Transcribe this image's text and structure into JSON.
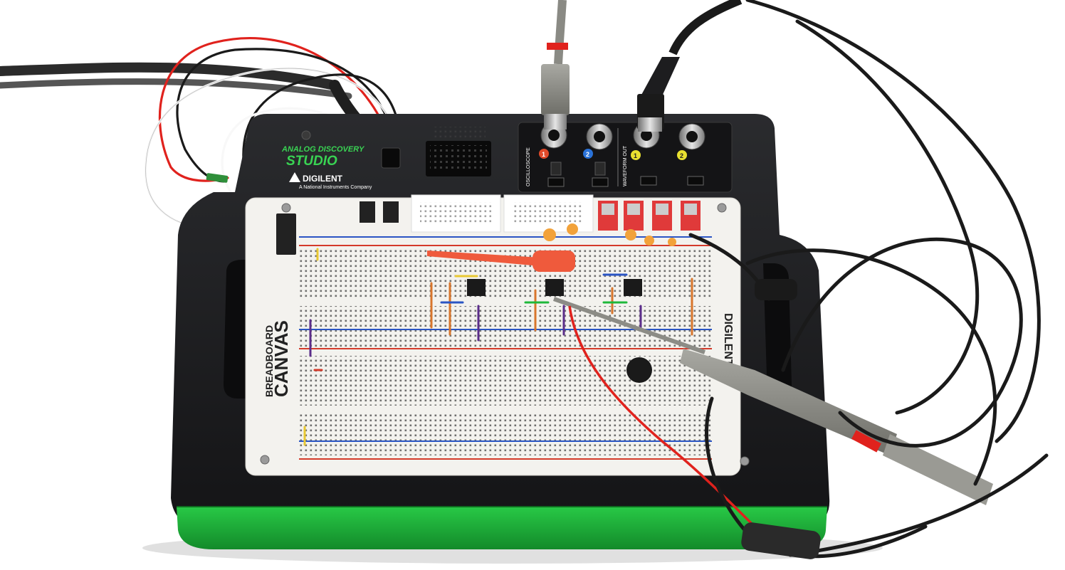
{
  "device": {
    "brand_line1": "ANALOG DISCOVERY",
    "brand_line2": "STUDIO",
    "maker": "DIGILENT",
    "maker_tagline": "A National Instruments Company",
    "oscilloscope_label": "OSCILLOSCOPE",
    "waveform_label": "WAVEFORM OUT",
    "scope_ch1": "1",
    "scope_ch2": "2",
    "wave_ch1": "1",
    "wave_ch2": "2"
  },
  "breadboard": {
    "name_line1": "BREADBOARD",
    "name_line2": "CANVAS",
    "side_brand": "DIGILENT"
  },
  "colors": {
    "case": "#1c1d1f",
    "case_edge": "#2a2b2e",
    "accent_green": "#1fb83a",
    "board": "#f3f2ee",
    "rail_red": "#d43a2a",
    "rail_blue": "#2a55c4",
    "probe_grey": "#8c8c86",
    "clip_red": "#ef5a3c",
    "wire_red": "#e0221d",
    "wire_black": "#1a1a1a"
  }
}
